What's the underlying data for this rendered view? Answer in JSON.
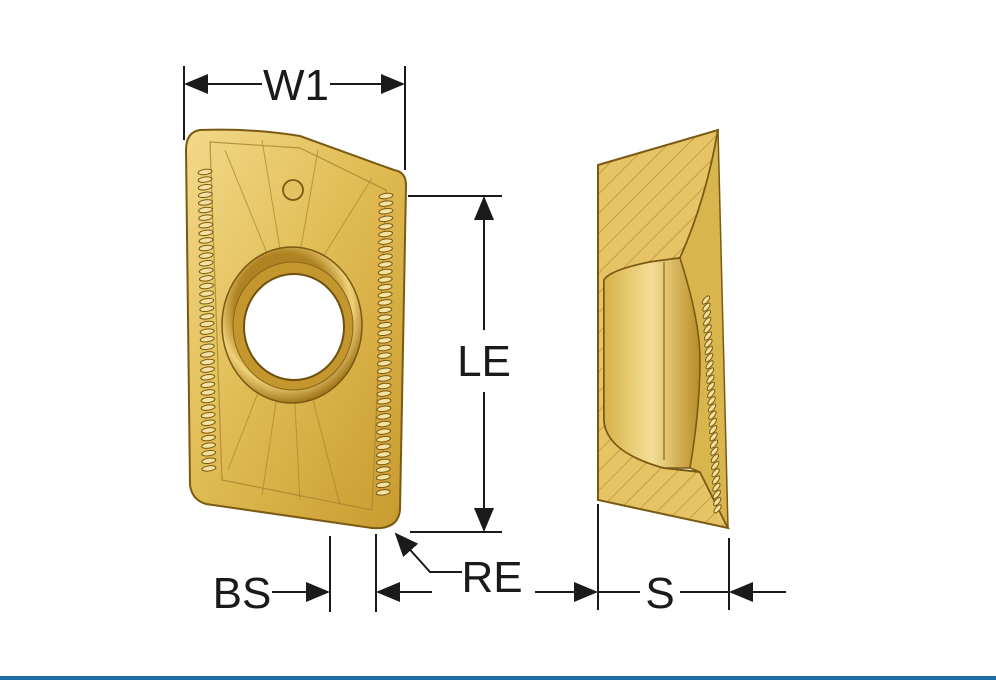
{
  "labels": {
    "w1": "W1",
    "le": "LE",
    "bs": "BS",
    "re": "RE",
    "s": "S"
  },
  "colors": {
    "insert_gold": "#e3c15e",
    "insert_outline": "#7a5a12",
    "hole_white": "#ffffff",
    "line": "#1a1a1a",
    "rule": "#1b6ea8"
  }
}
